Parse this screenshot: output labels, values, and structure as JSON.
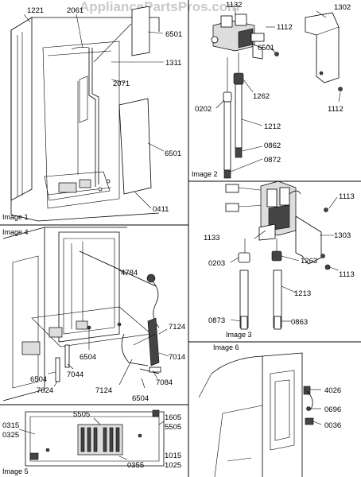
{
  "watermark": "AppliancePartsPros.com",
  "panels": {
    "image1": {
      "title": "Image 1",
      "parts": [
        "1221",
        "2061",
        "6501",
        "1311",
        "2071",
        "6501",
        "0411"
      ]
    },
    "image2": {
      "title": "Image 2",
      "parts": [
        "1132",
        "1302",
        "1112",
        "6501",
        "1262",
        "0202",
        "1212",
        "1112",
        "0862",
        "0872"
      ]
    },
    "image3": {
      "title": "Image 3",
      "parts": [
        "1113",
        "1303",
        "1133",
        "0203",
        "1263",
        "1113",
        "1213",
        "0873",
        "0863"
      ]
    },
    "image4": {
      "title": "Image 4",
      "parts": [
        "4784",
        "7124",
        "7014",
        "6504",
        "6504",
        "7044",
        "7024",
        "7124",
        "7084",
        "6504"
      ]
    },
    "image5": {
      "title": "Image 5",
      "parts": [
        "5505",
        "1605",
        "5505",
        "0315",
        "0325",
        "1015",
        "1025",
        "0355"
      ]
    },
    "image6": {
      "title": "Image 6",
      "parts": [
        "4026",
        "0696",
        "0036"
      ]
    }
  }
}
